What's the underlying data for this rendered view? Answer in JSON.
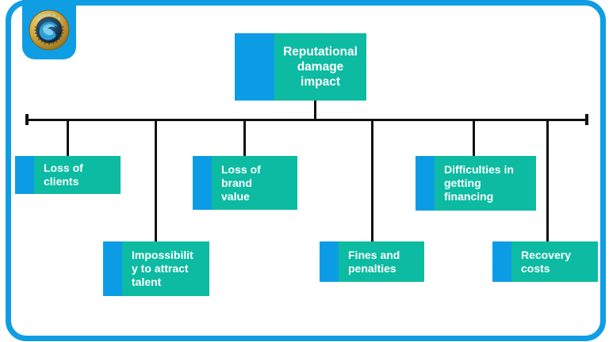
{
  "page": {
    "background": "#ffffff",
    "frame_color": "#0f9de4",
    "connector_color": "#111111"
  },
  "logo": {
    "name": "reputation-up-certified-badge",
    "shape": "gold circular seal with blue wave emblem"
  },
  "colors": {
    "node_teal": "#0cbba2",
    "node_blue_strip": "#0c9ce6",
    "text": "#ffffff"
  },
  "diagram": {
    "root": {
      "label": "Reputational damage impact",
      "lines": "Reputational\ndamage\nimpact"
    },
    "children": [
      {
        "label": "Loss of clients",
        "lines": "Loss of\nclients"
      },
      {
        "label": "Impossibility to attract talent",
        "lines": "Impossibilit\ny to attract\ntalent"
      },
      {
        "label": "Loss of brand value",
        "lines": "Loss of\nbrand\nvalue"
      },
      {
        "label": "Fines and penalties",
        "lines": "Fines and\npenalties"
      },
      {
        "label": "Difficulties in getting financing",
        "lines": "Difficulties in\ngetting\nfinancing"
      },
      {
        "label": "Recovery costs",
        "lines": "Recovery\ncosts"
      }
    ]
  }
}
